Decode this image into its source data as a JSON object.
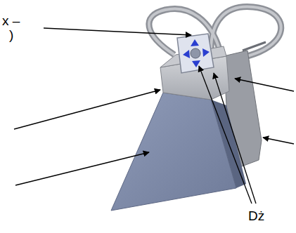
{
  "diagram": {
    "labels": [
      "x –",
      ")",
      "Dż"
    ]
  }
}
